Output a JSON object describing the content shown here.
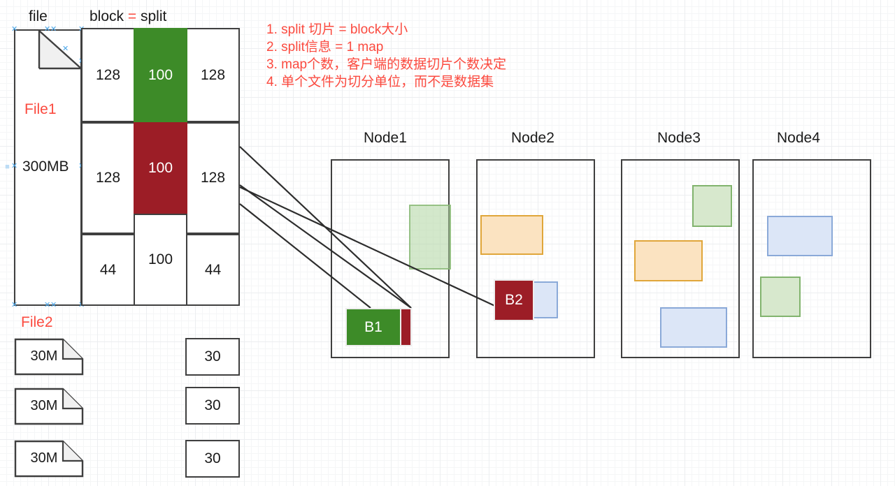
{
  "headers": {
    "file": "file",
    "block_prefix": "block",
    "block_equals": "=",
    "block_suffix": "split"
  },
  "file1": {
    "name": "File1",
    "size": "300MB"
  },
  "file2": {
    "name": "File2",
    "docs": [
      {
        "label": "30M"
      },
      {
        "label": "30M"
      },
      {
        "label": "30M"
      }
    ],
    "splits": [
      {
        "label": "30"
      },
      {
        "label": "30"
      },
      {
        "label": "30"
      }
    ]
  },
  "block_columns": {
    "left": [
      {
        "label": "128"
      },
      {
        "label": "128"
      },
      {
        "label": "44"
      }
    ],
    "middle": [
      {
        "label": "100",
        "color": "#3d8b28"
      },
      {
        "label": "100",
        "color": "#9c1d26"
      },
      {
        "label": "100",
        "color": "#ffffff"
      }
    ],
    "right": [
      {
        "label": "128"
      },
      {
        "label": "128"
      },
      {
        "label": "44"
      }
    ]
  },
  "annotations": [
    "1. split 切片 = block大小",
    "2. split信息 = 1 map",
    "3. map个数，客户端的数据切片个数决定",
    "4. 单个文件为切分单位，而不是数据集"
  ],
  "nodes": [
    {
      "title": "Node1",
      "blocks": [
        {
          "name": "pale-green-block",
          "label": ""
        },
        {
          "name": "b1-block",
          "label": "B1"
        }
      ]
    },
    {
      "title": "Node2",
      "blocks": [
        {
          "name": "orange-block",
          "label": ""
        },
        {
          "name": "b2-block",
          "label": "B2"
        },
        {
          "name": "blue-block",
          "label": ""
        }
      ]
    },
    {
      "title": "Node3",
      "blocks": [
        {
          "name": "green-block",
          "label": ""
        },
        {
          "name": "orange-block",
          "label": ""
        },
        {
          "name": "blue-block",
          "label": ""
        }
      ]
    },
    {
      "title": "Node4",
      "blocks": [
        {
          "name": "blue-block",
          "label": ""
        },
        {
          "name": "green-block",
          "label": ""
        }
      ]
    }
  ],
  "colors": {
    "accent_red": "#fb4a3f",
    "block_green": "#3d8b28",
    "block_red": "#9c1d26",
    "stroke": "#3f3f3f",
    "pale_green": "#d7e8cd",
    "pale_orange": "#fbe3c1",
    "pale_blue": "#dce6f7",
    "handle_blue": "#49a5e8"
  }
}
